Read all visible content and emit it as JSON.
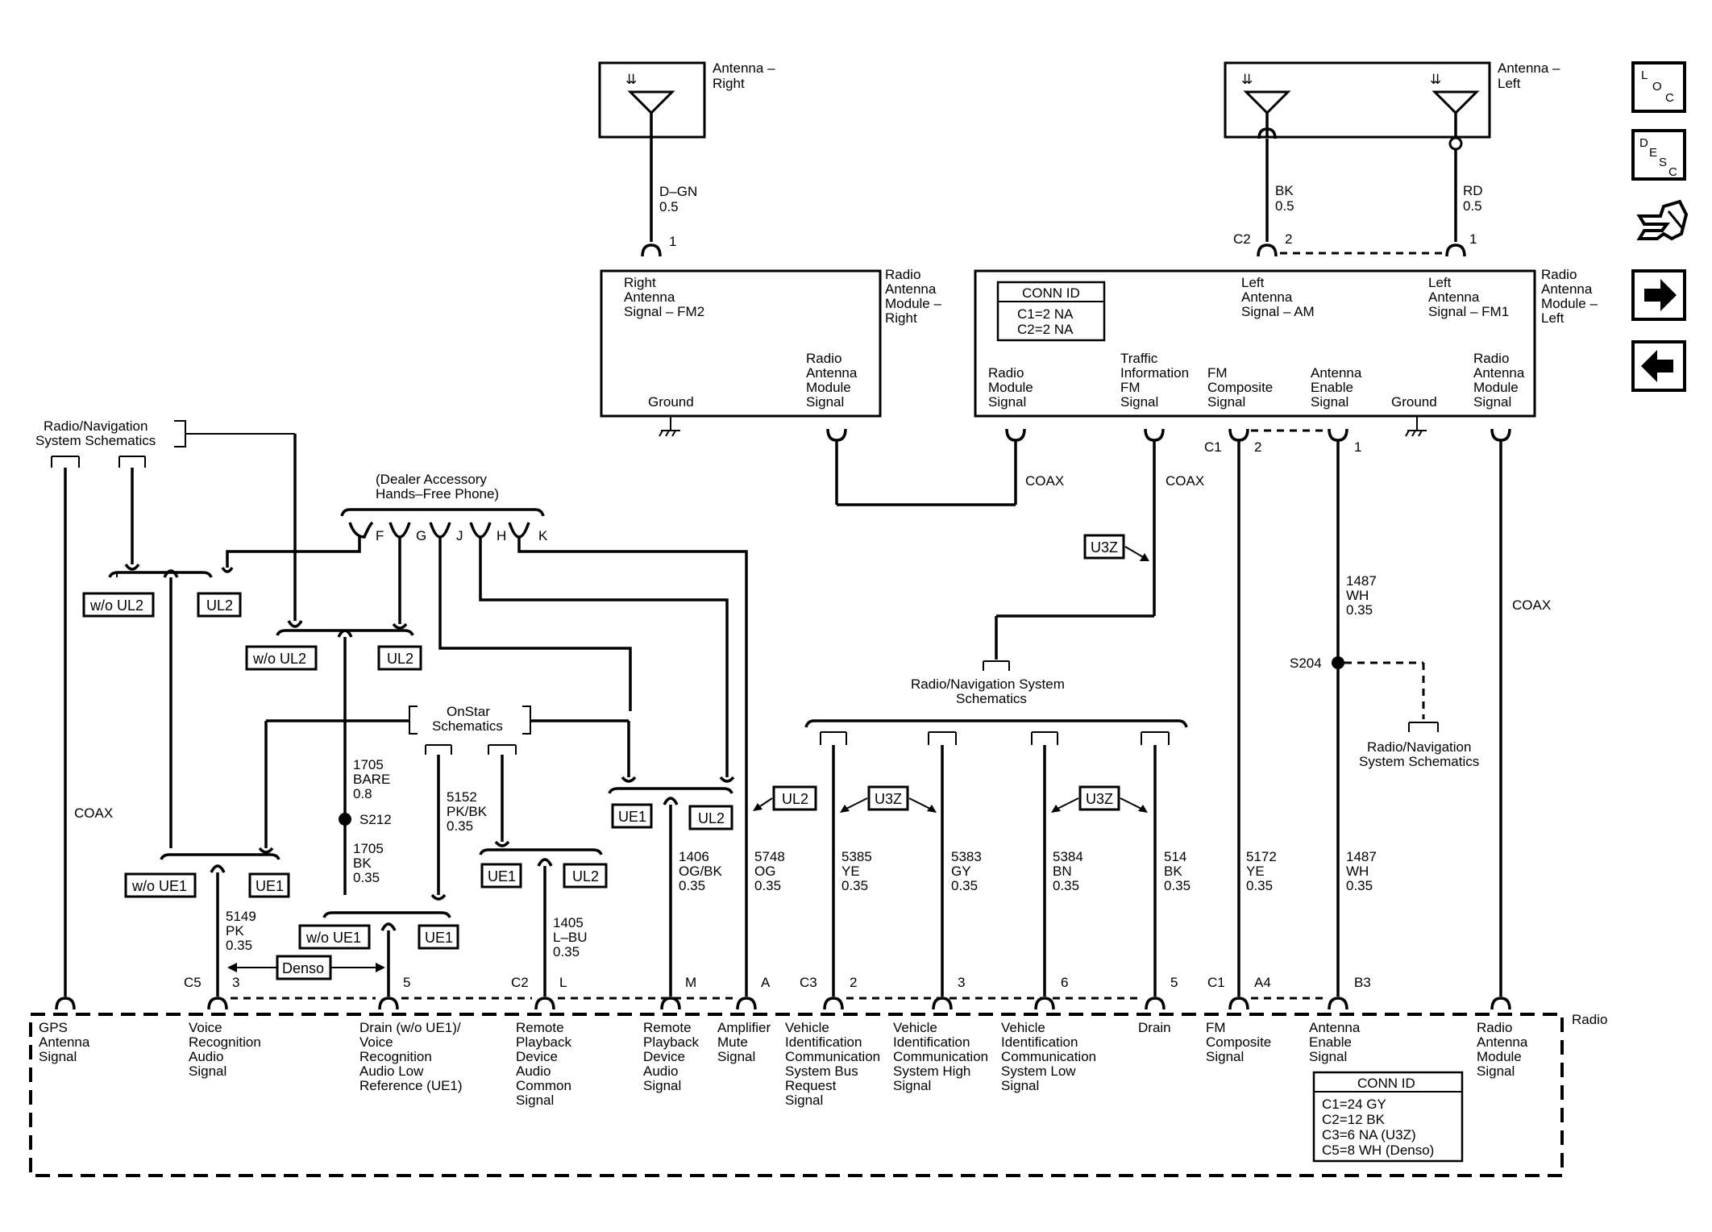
{
  "modules": {
    "antenna_right": "Antenna – Right",
    "antenna_left": "Antenna – Left",
    "ram_right": "Radio Antenna Module – Right",
    "ram_left": "Radio Antenna Module – Left",
    "radio": "Radio"
  },
  "ram_right_pins": {
    "right_antenna_signal": "Right Antenna Signal – FM2",
    "ground": "Ground",
    "ram_signal": "Radio Antenna Module Signal"
  },
  "ram_left_pins": {
    "radio_module_signal": "Radio Module Signal",
    "traffic_info": "Traffic Information FM Signal",
    "fm_composite": "FM Composite Signal",
    "antenna_enable": "Antenna Enable Signal",
    "ground": "Ground",
    "ram_signal": "Radio Antenna Module Signal",
    "left_am": "Left Antenna Signal – AM",
    "left_fm1": "Left Antenna Signal – FM1"
  },
  "conn_id_left": {
    "title": "CONN ID",
    "lines": [
      "C1=2 NA",
      "C2=2 NA"
    ]
  },
  "conn_id_radio": {
    "title": "CONN ID",
    "lines": [
      "C1=24 GY",
      "C2=12 BK",
      "C3=6 NA (U3Z)",
      "C5=8 WH (Denso)"
    ]
  },
  "wires": {
    "d_gn": [
      "D–GN",
      "0.5"
    ],
    "bk_05": [
      "BK",
      "0.5"
    ],
    "rd_05": [
      "RD",
      "0.5"
    ],
    "w1487_top": [
      "1487",
      "WH",
      "0.35"
    ],
    "w1487_bottom": [
      "1487",
      "WH",
      "0.35"
    ],
    "w5172": [
      "5172",
      "YE",
      "0.35"
    ],
    "w5385": [
      "5385",
      "YE",
      "0.35"
    ],
    "w5383": [
      "5383",
      "GY",
      "0.35"
    ],
    "w5384": [
      "5384",
      "BN",
      "0.35"
    ],
    "w514": [
      "514",
      "BK",
      "0.35"
    ],
    "w5748": [
      "5748",
      "OG",
      "0.35"
    ],
    "w1406": [
      "1406",
      "OG/BK",
      "0.35"
    ],
    "w1405": [
      "1405",
      "L–BU",
      "0.35"
    ],
    "w5149": [
      "5149",
      "PK",
      "0.35"
    ],
    "w1705_bare": [
      "1705",
      "BARE",
      "0.8"
    ],
    "w1705_bk": [
      "1705",
      "BK",
      "0.35"
    ],
    "w5152": [
      "5152",
      "PK/BK",
      "0.35"
    ]
  },
  "coax": "COAX",
  "splices": {
    "s204": "S204",
    "s212": "S212"
  },
  "refs": {
    "radio_nav_top_left": "Radio/Navigation System Schematics",
    "dealer_phone": "(Dealer Accessory Hands–Free Phone)",
    "onstar": "OnStar Schematics",
    "radio_nav_center": "Radio/Navigation System Schematics",
    "radio_nav_right": "Radio/Navigation System Schematics"
  },
  "phone_pins": [
    "F",
    "G",
    "J",
    "H",
    "K"
  ],
  "option_tags": {
    "wo_ul2": "w/o UL2",
    "ul2": "UL2",
    "wo_ue1": "w/o UE1",
    "ue1": "UE1",
    "u3z": "U3Z",
    "denso": "Denso"
  },
  "connectors": {
    "c1": "C1",
    "c2": "C2",
    "c3": "C3",
    "c5": "C5",
    "p1": "1",
    "p2": "2",
    "p3": "3",
    "p5": "5",
    "p6": "6",
    "pa": "A",
    "pa4": "A4",
    "pb3": "B3",
    "pl": "L",
    "pm": "M"
  },
  "radio_pins": {
    "gps": "GPS Antenna Signal",
    "voice": "Voice Recognition Audio Signal",
    "drain_voice": "Drain (w/o UE1)/ Voice Recognition Audio Low Reference (UE1)",
    "remote_common": "Remote Playback Device Audio Common Signal",
    "remote_audio": "Remote Playback Device Audio Signal",
    "amp_mute": "Amplifier Mute Signal",
    "vic_bus": "Vehicle Identification Communication System Bus Request Signal",
    "vic_high": "Vehicle Identification Communication System High Signal",
    "vic_low": "Vehicle Identification Communication System Low Signal",
    "drain": "Drain",
    "fm_composite": "FM Composite Signal",
    "antenna_enable": "Antenna Enable Signal",
    "ram_signal": "Radio Antenna Module Signal"
  },
  "nav_buttons": {
    "loc": [
      "L",
      "O",
      "C"
    ],
    "desc": [
      "D",
      "E",
      "S",
      "C"
    ],
    "icons": [
      "connector-icon",
      "arrow-right-icon",
      "arrow-left-icon"
    ]
  }
}
